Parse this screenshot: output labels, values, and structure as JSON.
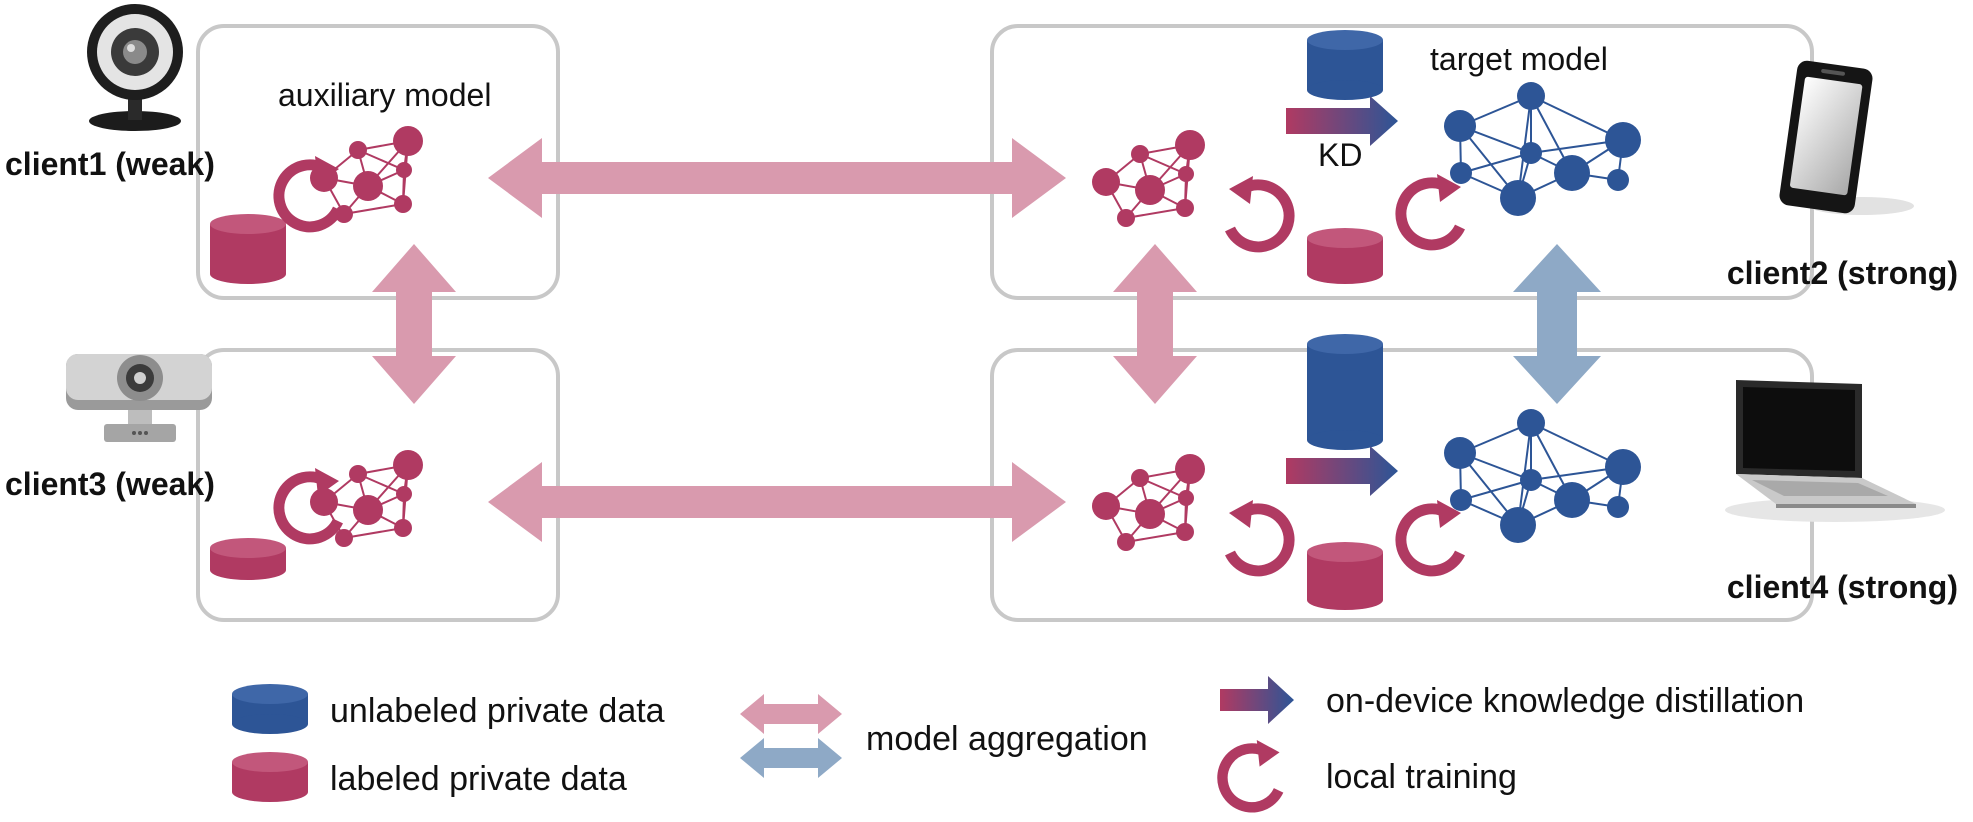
{
  "clients": {
    "c1": "client1 (weak)",
    "c2": "client2 (strong)",
    "c3": "client3 (weak)",
    "c4": "client4 (strong)"
  },
  "models": {
    "auxiliary": "auxiliary model",
    "target": "target model",
    "kd": "KD"
  },
  "legend": {
    "unlabeled": "unlabeled private data",
    "labeled": "labeled private data",
    "aggregation": "model aggregation",
    "distillation": "on-device knowledge distillation",
    "local_training": "local training"
  },
  "colors": {
    "crimson": "#b03a62",
    "blue": "#2d5596",
    "pink_arrow": "#d99aae",
    "blue_arrow": "#8ea9c6",
    "panel_border": "#c8c8c8"
  },
  "icons": [
    "webcam-icon",
    "projector-icon",
    "smartphone-icon",
    "laptop-icon",
    "database-icon",
    "refresh-icon",
    "network-icon",
    "arrow-icon"
  ]
}
